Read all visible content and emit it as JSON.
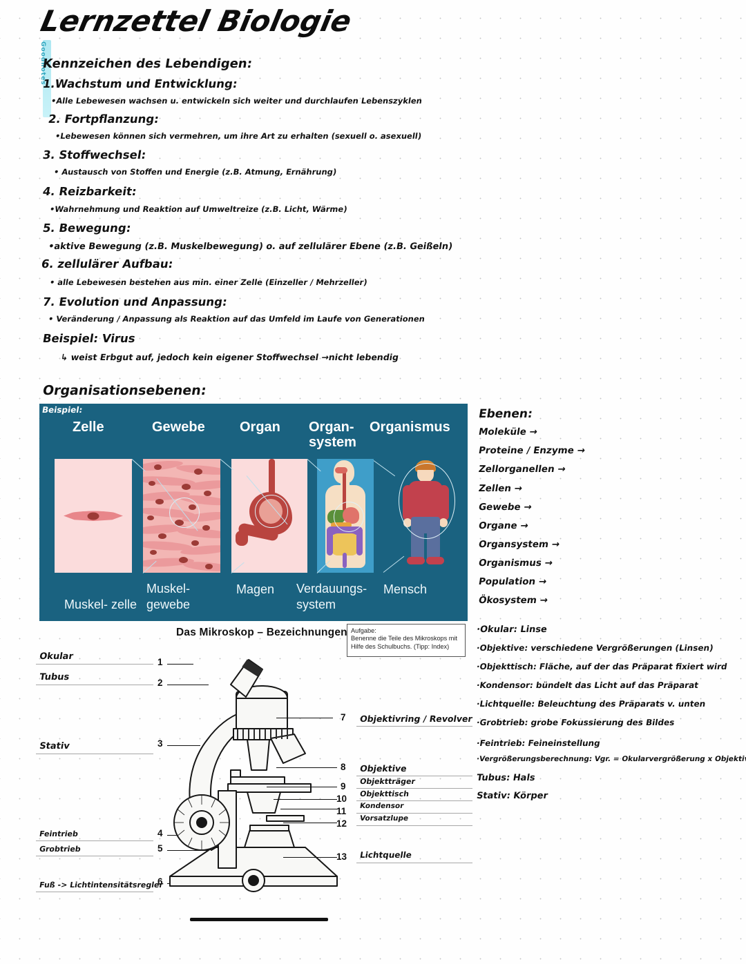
{
  "page": {
    "title": "Lernzettel Biologie",
    "watermark": "Goodnotes"
  },
  "kennzeichen": {
    "heading": "Kennzeichen des Lebendigen:",
    "items": [
      {
        "num": "1.Wachstum und Entwicklung:",
        "bullet": "•Alle Lebewesen wachsen u. entwickeln sich weiter und durchlaufen Lebenszyklen"
      },
      {
        "num": "2. Fortpflanzung:",
        "bullet": "•Lebewesen können sich vermehren, um ihre Art zu erhalten (sexuell o. asexuell)"
      },
      {
        "num": "3. Stoffwechsel:",
        "bullet": "• Austausch von Stoffen und Energie (z.B. Atmung, Ernährung)"
      },
      {
        "num": "4. Reizbarkeit:",
        "bullet": "•Wahrnehmung und Reaktion auf Umweltreize (z.B. Licht, Wärme)"
      },
      {
        "num": "5. Bewegung:",
        "bullet": "•aktive Bewegung (z.B. Muskelbewegung) o. auf zellulärer Ebene (z.B. Geißeln)"
      },
      {
        "num": "6. zellulärer Aufbau:",
        "bullet": "• alle Lebewesen bestehen aus min. einer Zelle (Einzeller / Mehrzeller)"
      },
      {
        "num": "7. Evolution und Anpassung:",
        "bullet": "• Veränderung / Anpassung als Reaktion auf das Umfeld im Laufe von Generationen"
      }
    ],
    "beispiel_label": "Beispiel: Virus",
    "beispiel_text": "↳ weist Erbgut auf, jedoch kein eigener Stoffwechsel →nicht lebendig"
  },
  "organisation": {
    "heading": "Organisationsebenen:",
    "beispiel_tag": "Beispiel:",
    "columns": [
      {
        "top": "Zelle",
        "bottom": "Muskel-\nzelle"
      },
      {
        "top": "Gewebe",
        "bottom": "Muskel-\ngewebe"
      },
      {
        "top": "Organ",
        "bottom": "Magen"
      },
      {
        "top": "Organ-\nsystem",
        "bottom": "Verdauungs-\nsystem"
      },
      {
        "top": "Organismus",
        "bottom": "Mensch"
      }
    ],
    "accent_color": "#1a6280",
    "panel_color": "#fbdcdc"
  },
  "ebenen": {
    "heading": "Ebenen:",
    "items": [
      "Moleküle →",
      "Proteine / Enzyme →",
      "Zellorganellen →",
      "Zellen →",
      "Gewebe →",
      "Organe →",
      "Organsystem →",
      "Organismus →",
      "Population →",
      "Ökosystem →"
    ]
  },
  "glossar": {
    "items": [
      "·Okular: Linse",
      "·Objektive: verschiedene Vergrößerungen (Linsen)",
      "·Objekttisch: Fläche, auf der das Präparat fixiert wird",
      "·Kondensor: bündelt das Licht auf das Präparat",
      "·Lichtquelle: Beleuchtung des Präparats v. unten",
      "·Grobtrieb: grobe Fokussierung des Bildes",
      "·Feintrieb: Feineinstellung",
      "·Vergrößerungsberechnung: Vgr. = Okularvergrößerung x Objektivvergrößerung",
      "Tubus: Hals",
      "Stativ: Körper"
    ]
  },
  "worksheet": {
    "title": "Das Mikroskop – Bezeichnungen",
    "aufgabe_label": "Aufgabe:",
    "aufgabe_text": "Benenne die Teile des Mikroskops mit Hilfe des Schulbuchs. (Tipp: Index)",
    "left_labels": [
      {
        "n": "1",
        "text": "Okular"
      },
      {
        "n": "2",
        "text": "Tubus"
      },
      {
        "n": "3",
        "text": "Stativ"
      },
      {
        "n": "4",
        "text": "Feintrieb"
      },
      {
        "n": "5",
        "text": "Grobtrieb"
      },
      {
        "n": "6",
        "text": "Fuß -> Lichtintensitätsregler"
      }
    ],
    "right_labels": [
      {
        "n": "7",
        "text": "Objektivring / Revolver"
      },
      {
        "n": "8",
        "text": "Objektive"
      },
      {
        "n": "9",
        "text": "Objektträger"
      },
      {
        "n": "10",
        "text": "Objekttisch"
      },
      {
        "n": "11",
        "text": "Kondensor"
      },
      {
        "n": "12",
        "text": "Vorsatzlupe"
      },
      {
        "n": "13",
        "text": "Lichtquelle"
      }
    ]
  }
}
